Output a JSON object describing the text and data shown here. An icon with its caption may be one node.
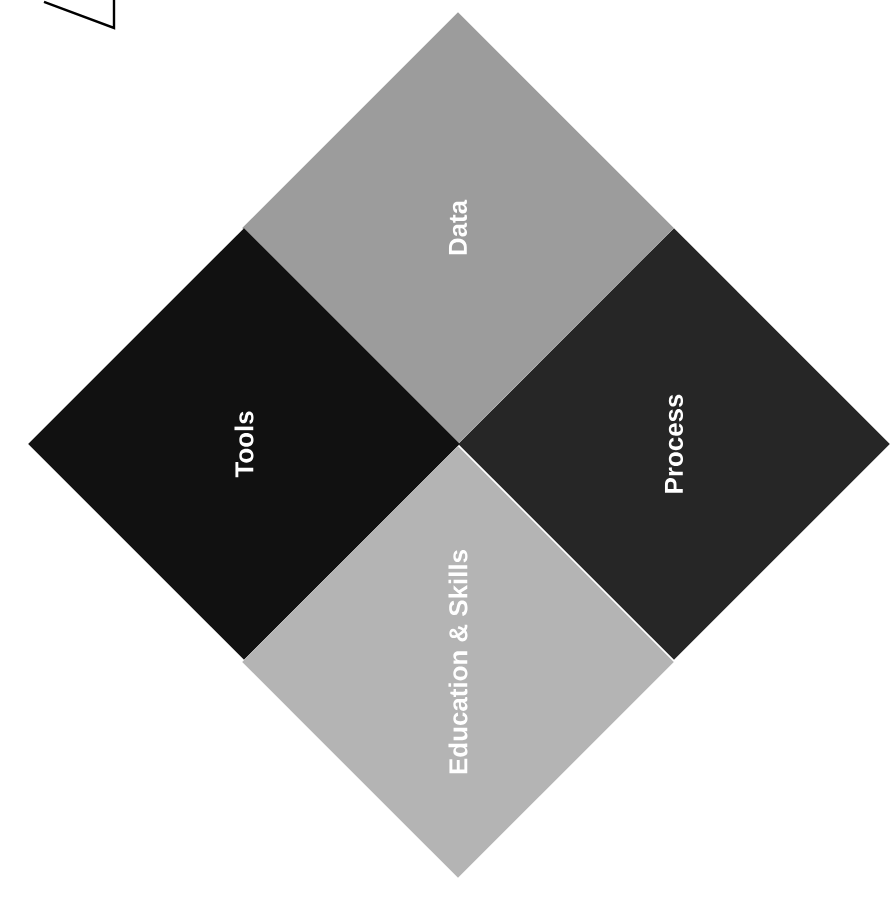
{
  "diagram": {
    "nodes": [
      {
        "text": [
          "Data"
        ]
      },
      {
        "text": [
          "Tools"
        ]
      },
      {
        "text": [
          "Process"
        ]
      },
      {
        "text": [
          "Education & Skills"
        ]
      }
    ]
  }
}
